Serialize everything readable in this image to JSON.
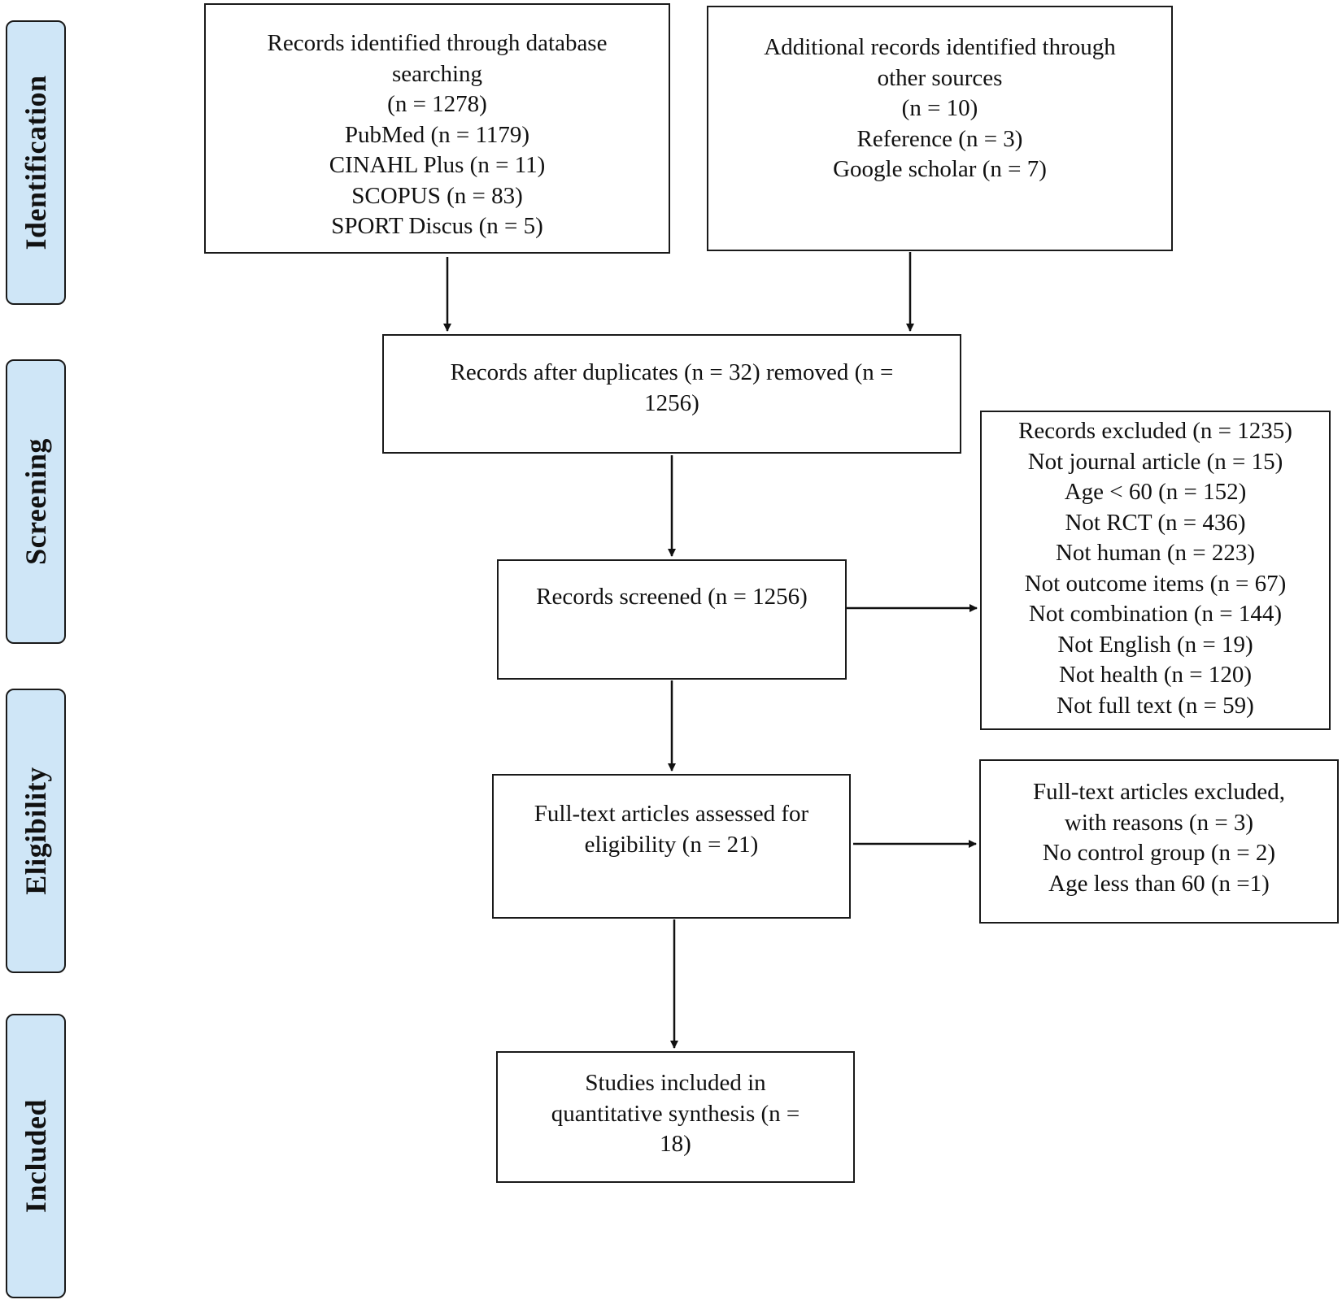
{
  "stages": {
    "identification": "Identification",
    "screening": "Screening",
    "eligibility": "Eligibility",
    "included": "Included"
  },
  "boxes": {
    "database_search": {
      "lines": [
        "Records identified through database",
        "searching",
        "(n = 1278)",
        "PubMed (n = 1179)",
        "CINAHL Plus (n = 11)",
        "SCOPUS (n = 83)",
        "SPORT Discus (n = 5)"
      ]
    },
    "other_sources": {
      "lines": [
        "Additional records identified through",
        "other sources",
        "(n = 10)",
        "Reference (n = 3)",
        "Google scholar (n = 7)"
      ]
    },
    "after_duplicates": {
      "lines": [
        "Records after duplicates (n = 32) removed (n =",
        "1256)"
      ]
    },
    "screened": {
      "lines": [
        "Records screened (n = 1256)"
      ]
    },
    "records_excluded": {
      "lines": [
        "Records excluded (n = 1235)",
        "Not journal article (n = 15)",
        "Age < 60 (n = 152)",
        "Not RCT (n = 436)",
        "Not human (n = 223)",
        "Not outcome items (n = 67)",
        "Not combination (n = 144)",
        "Not English (n = 19)",
        "Not health (n = 120)",
        "Not full text (n = 59)"
      ]
    },
    "full_text_assessed": {
      "lines": [
        "Full-text articles assessed for",
        "eligibility (n = 21)"
      ]
    },
    "full_text_excluded": {
      "lines": [
        "Full-text articles excluded,",
        "with reasons (n = 3)",
        "No control group (n = 2)",
        "Age less than 60 (n =1)"
      ]
    },
    "included_studies": {
      "lines": [
        "Studies included in",
        "quantitative synthesis (n =",
        "18)"
      ]
    }
  }
}
